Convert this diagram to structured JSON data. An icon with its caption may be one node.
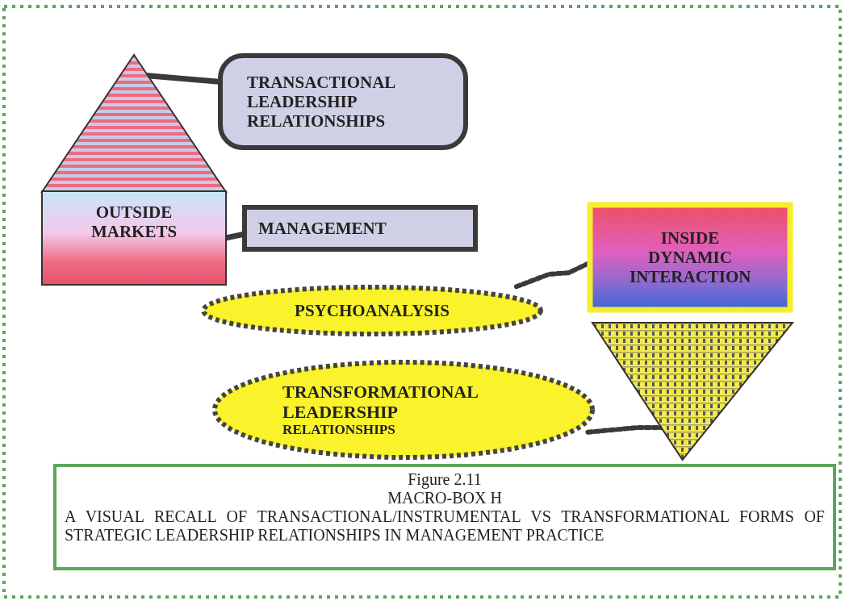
{
  "diagram": {
    "nodes": [
      {
        "text": [],
        "shape": "triangle"
      },
      {
        "text": [
          "OUTSIDE MARKETS"
        ]
      },
      {
        "text": [
          "TRANSACTIONAL LEADERSHIP RELATIONSHIPS"
        ]
      },
      {
        "text": [
          "MANAGEMENT"
        ]
      },
      {
        "text": [
          "INSIDE DYNAMIC INTERACTION"
        ]
      },
      {
        "text": [
          "PSYCHOANALYSIS"
        ]
      },
      {
        "text": [],
        "shape": "triangle"
      },
      {
        "text": [
          "TRANSFORMATIONAL LEADERSHIP",
          "RELATIONSHIPS"
        ]
      },
      {
        "text": [
          "Figure 2.11",
          "MACRO-BOX H",
          "A VISUAL RECALL OF TRANSACTIONAL/INSTRUMENTAL VS TRANSFORMATIONAL FORMS OF STRATEGIC LEADERSHIP RELATIONSHIPS IN MANAGEMENT PRACTICE"
        ]
      }
    ],
    "edges": [
      {
        "from": 2,
        "to": 0,
        "arrow": "none"
      },
      {
        "from": 3,
        "to": 1,
        "arrow": "none"
      },
      {
        "from": 5,
        "to": 4,
        "arrow": "none",
        "style": "dashed"
      },
      {
        "from": 7,
        "to": 6,
        "arrow": "none",
        "style": "dashed"
      }
    ]
  }
}
